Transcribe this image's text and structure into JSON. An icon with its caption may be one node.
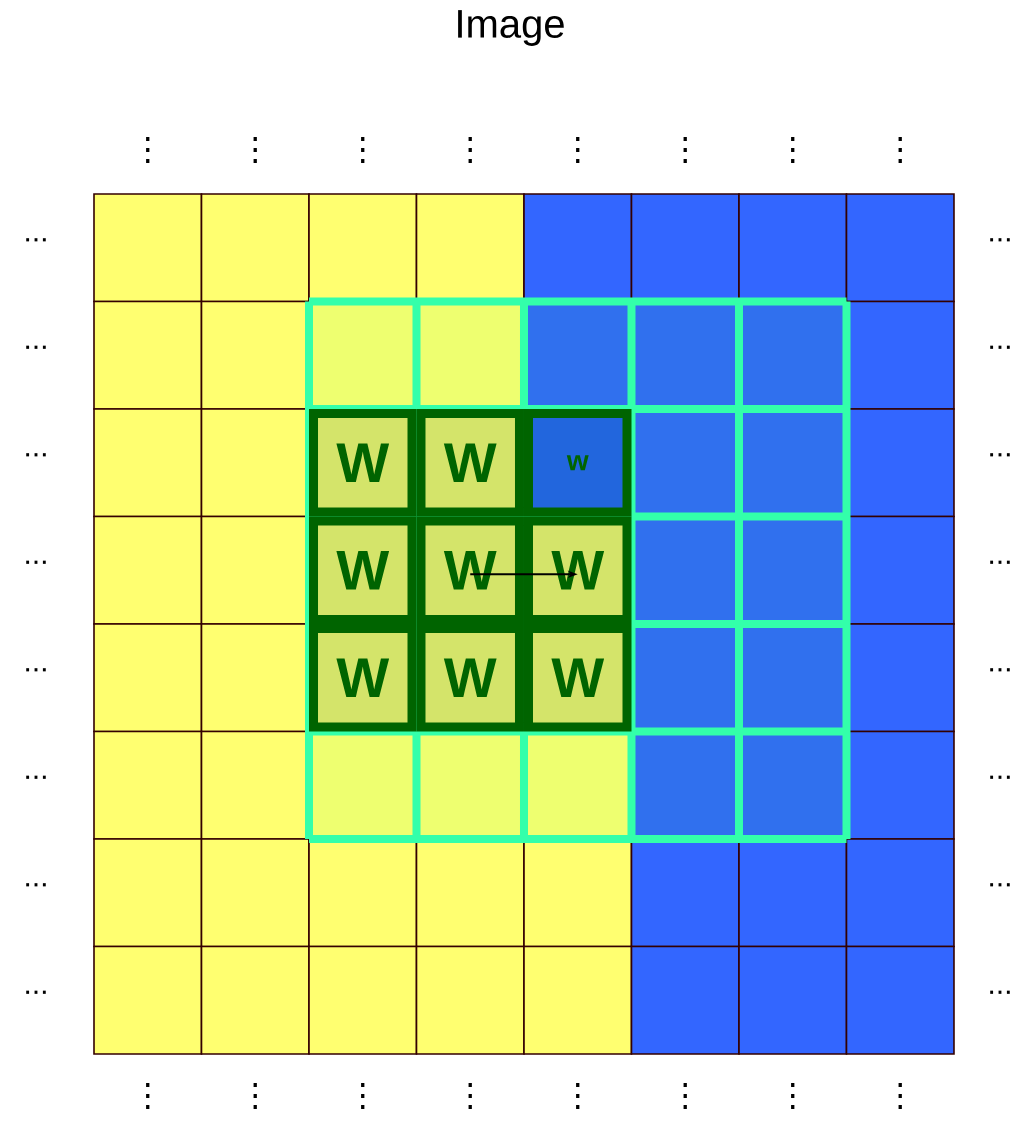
{
  "diagram": {
    "title": "Image",
    "nodes": [
      {
        "text": [
          "W"
        ]
      },
      {
        "text": [
          "W"
        ]
      },
      {
        "text": [
          "w"
        ]
      },
      {
        "text": [
          "W"
        ]
      },
      {
        "text": [
          "W"
        ]
      },
      {
        "text": [
          "W"
        ]
      },
      {
        "text": [
          "W"
        ]
      },
      {
        "text": [
          "W"
        ]
      },
      {
        "text": [
          "W"
        ]
      }
    ],
    "edges": [
      {
        "from": 4,
        "to": 5,
        "arrow": "to"
      }
    ],
    "labels": [
      "⋮",
      "⋮",
      "⋮",
      "⋮",
      "⋮",
      "⋮",
      "⋮",
      "⋮",
      "...",
      "...",
      "...",
      "...",
      "...",
      "...",
      "...",
      "...",
      "...",
      "...",
      "...",
      "...",
      "...",
      "...",
      "...",
      "...",
      "⋮",
      "⋮",
      "⋮",
      "⋮",
      "⋮",
      "⋮",
      "⋮",
      "⋮"
    ]
  }
}
